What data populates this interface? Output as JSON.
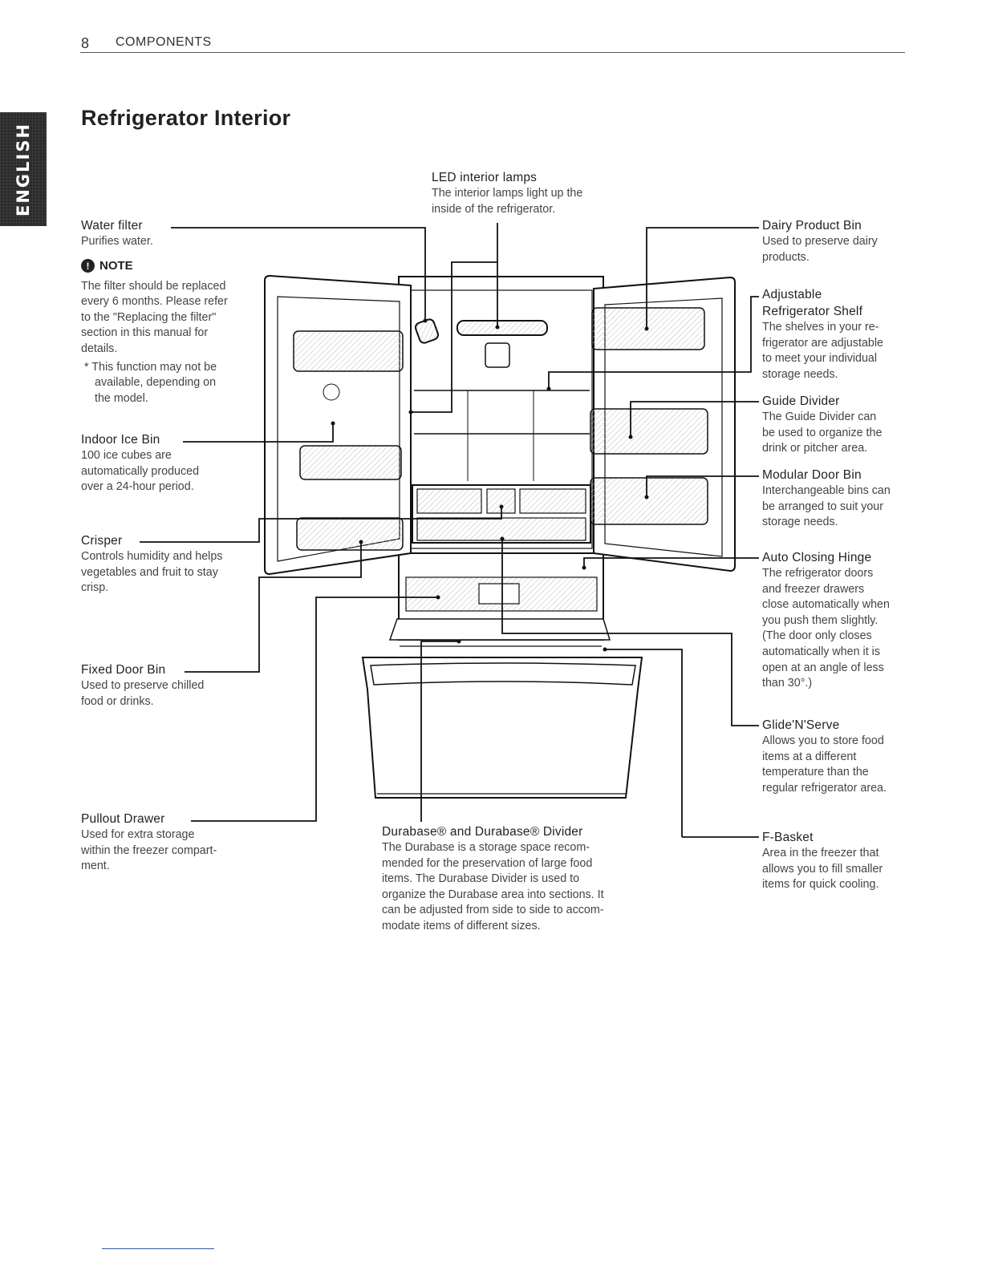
{
  "header": {
    "page_number": "8",
    "section": "COMPONENTS"
  },
  "side_tab": {
    "language": "ENGLISH"
  },
  "title": "Refrigerator Interior",
  "labels": {
    "led_lamps": {
      "title": "LED interior lamps",
      "desc": [
        "The interior lamps light up the",
        "inside of the refrigerator."
      ]
    },
    "water_filter": {
      "title": "Water filter",
      "desc": [
        "Purifies water."
      ]
    },
    "note": {
      "heading": "NOTE",
      "body": [
        "The filter should be replaced",
        "every 6 months. Please refer",
        "to the \"Replacing the filter\"",
        "section in this manual for",
        "details."
      ],
      "footnote": [
        "* This function may not be",
        "available, depending on",
        "the model."
      ]
    },
    "ice_bin": {
      "title": "Indoor Ice Bin",
      "desc": [
        "100 ice cubes are",
        "automatically produced",
        "over a 24-hour period."
      ]
    },
    "crisper": {
      "title": "Crisper",
      "desc": [
        "Controls humidity and helps",
        "vegetables and fruit to stay",
        "crisp."
      ]
    },
    "fixed_door_bin": {
      "title": "Fixed Door Bin",
      "desc": [
        "Used to preserve chilled",
        "food or drinks."
      ]
    },
    "pullout_drawer": {
      "title": "Pullout Drawer",
      "desc": [
        "Used for extra storage",
        "within the freezer compart-",
        "ment."
      ]
    },
    "durabase": {
      "title": "Durabase® and Durabase® Divider",
      "desc": [
        "The Durabase is a storage space recom-",
        "mended for the preservation of large food",
        "items. The Durabase Divider is used to",
        "organize the Durabase area into sections. It",
        "can be adjusted from side to side to accom-",
        "modate items of different sizes."
      ]
    },
    "dairy_bin": {
      "title": "Dairy Product Bin",
      "desc": [
        "Used to preserve dairy",
        "products."
      ]
    },
    "shelf": {
      "title1": "Adjustable",
      "title2": "Refrigerator Shelf",
      "desc": [
        "The shelves in your re-",
        "frigerator are adjustable",
        "to meet your individual",
        "storage needs."
      ]
    },
    "guide_divider": {
      "title": "Guide Divider",
      "desc": [
        "The Guide Divider can",
        "be used to organize the",
        "drink or pitcher area."
      ]
    },
    "modular_bin": {
      "title": "Modular Door Bin",
      "desc": [
        "Interchangeable bins can",
        "be arranged to suit your",
        "storage needs."
      ]
    },
    "hinge": {
      "title": "Auto Closing Hinge",
      "desc": [
        "The refrigerator doors",
        "and freezer drawers",
        "close automatically when",
        "you push them slightly.",
        "(The door only closes",
        "automatically when it is",
        "open at an angle of less",
        "than 30°.)"
      ]
    },
    "glide": {
      "title": "Glide'N'Serve",
      "desc": [
        "Allows you to store food",
        "items at a different",
        "temperature than the",
        "regular refrigerator area."
      ]
    },
    "fbasket": {
      "title": "F-Basket",
      "desc": [
        "Area in the freezer that",
        "allows you to fill smaller",
        "items for quick cooling."
      ]
    }
  }
}
